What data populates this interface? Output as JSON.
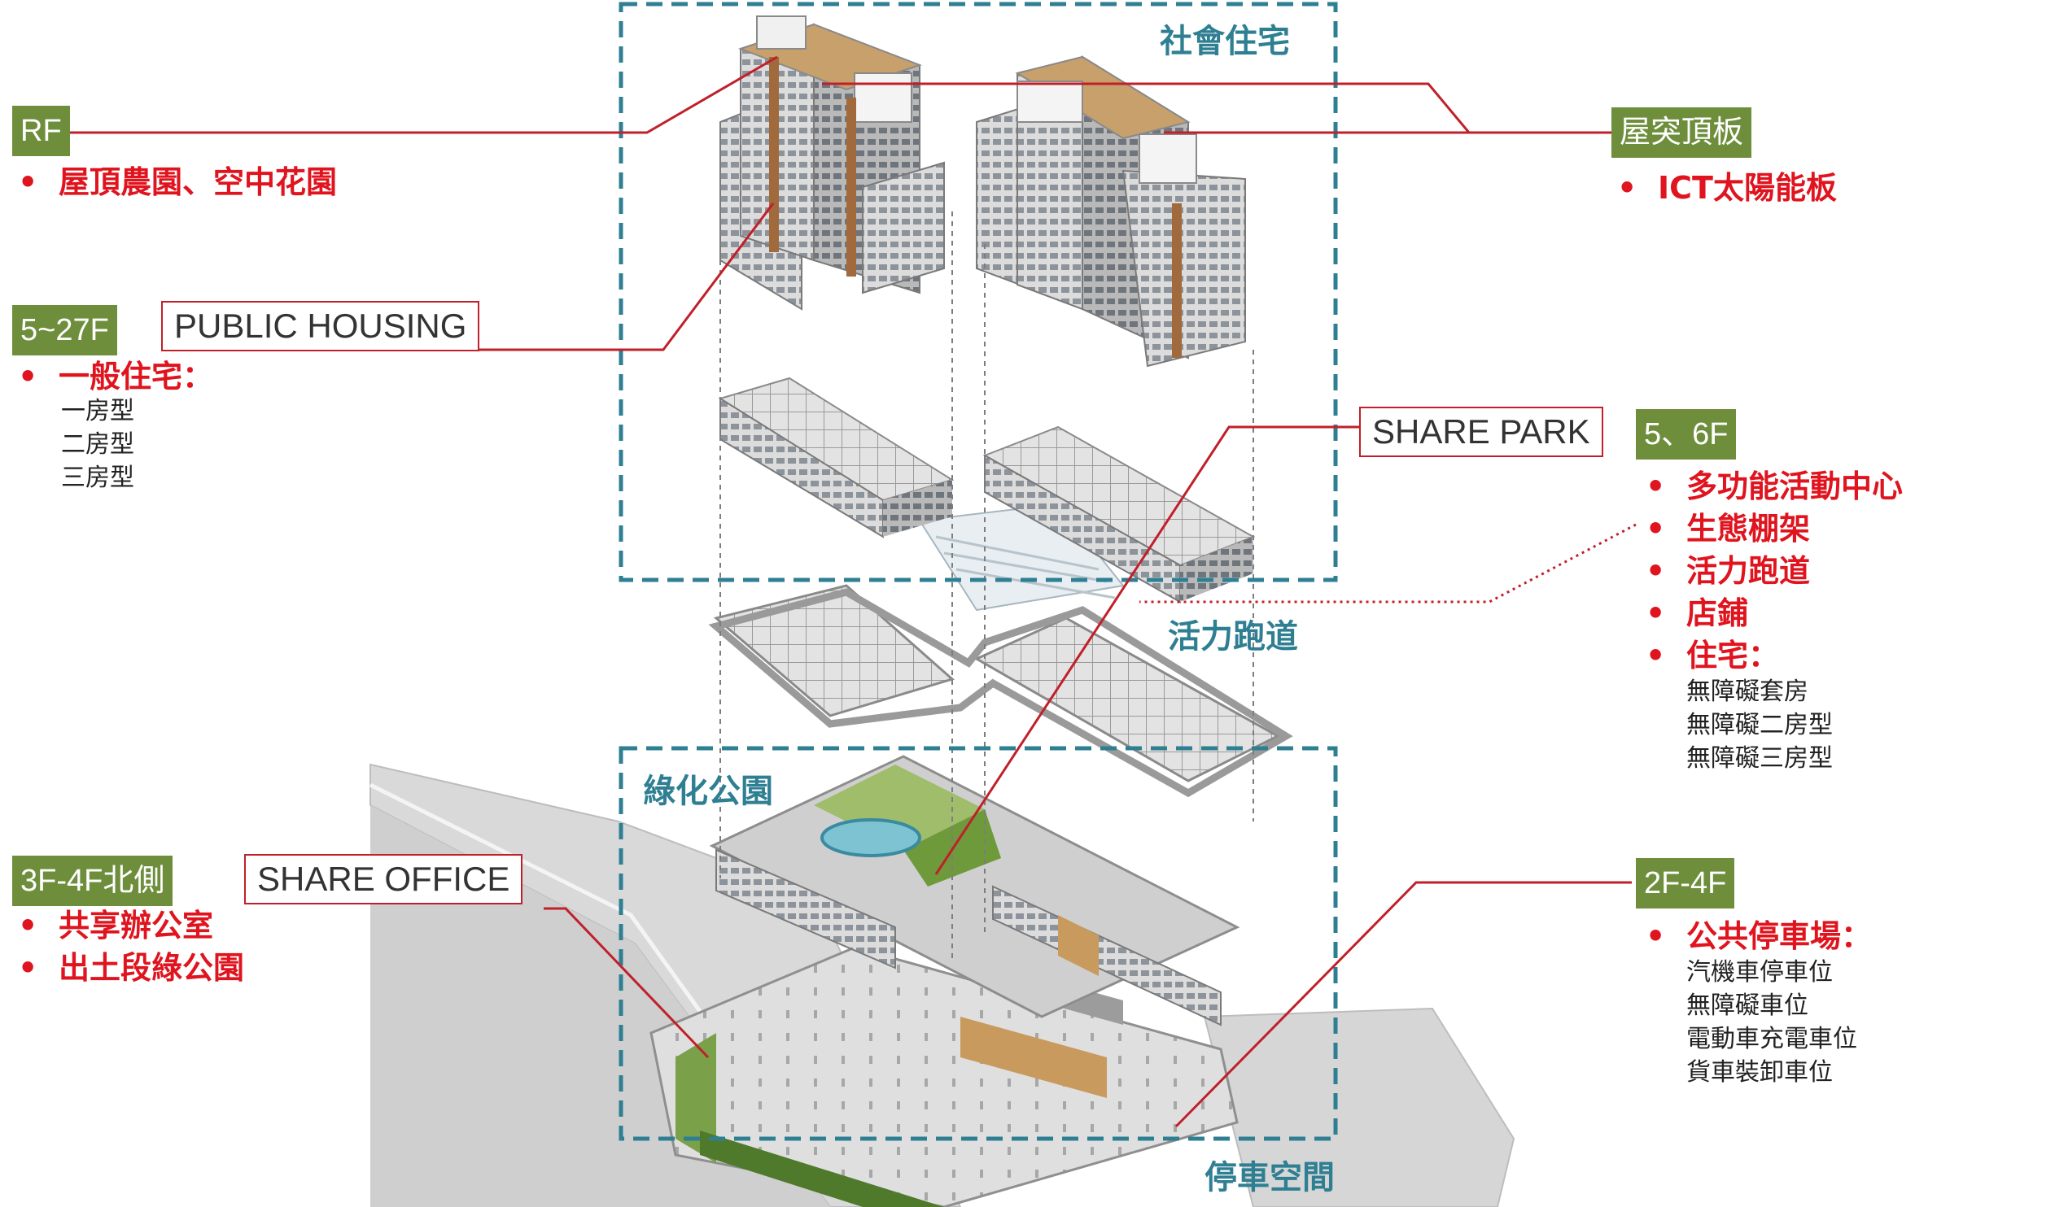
{
  "zones": {
    "social_housing": "社會住宅",
    "vitality_track": "活力跑道",
    "green_park": "綠化公園",
    "parking_space": "停車空間"
  },
  "rf": {
    "tag": "RF",
    "bullets": [
      "屋頂農園、空中花園"
    ]
  },
  "housing": {
    "tag": "5~27F",
    "box": "PUBLIC HOUSING",
    "bullets": [
      "一般住宅："
    ],
    "subs": [
      "一房型",
      "二房型",
      "三房型"
    ]
  },
  "office": {
    "tag": "3F-4F北側",
    "box": "SHARE OFFICE",
    "bullets": [
      "共享辦公室",
      "出土段綠公園"
    ]
  },
  "roof_panel": {
    "tag": "屋突頂板",
    "bullets": [
      "ICT太陽能板"
    ]
  },
  "share_park": {
    "box": "SHARE PARK",
    "tag": "5、6F",
    "bullets": [
      "多功能活動中心",
      "生態棚架",
      "活力跑道",
      "店鋪",
      "住宅："
    ],
    "subs": [
      "無障礙套房",
      "無障礙二房型",
      "無障礙三房型"
    ]
  },
  "parking": {
    "tag": "2F-4F",
    "bullets": [
      "公共停車場："
    ],
    "subs": [
      "汽機車停車位",
      "無障礙車位",
      "電動車充電車位",
      "貨車裝卸車位"
    ]
  },
  "colors": {
    "tag_green": "#6e8e3c",
    "label_red": "#e0141e",
    "leader_red": "#c0202a",
    "zone_teal": "#2f7f93"
  }
}
